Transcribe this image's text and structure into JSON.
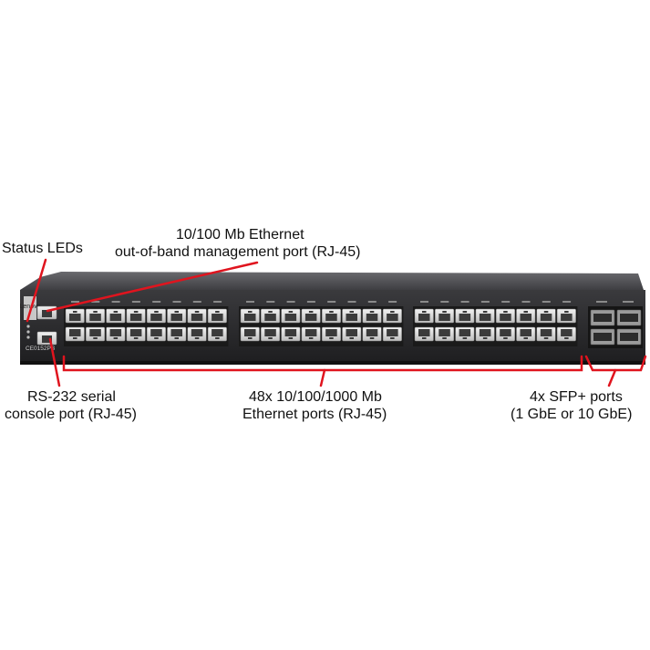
{
  "device": {
    "brand": "Lenovo",
    "model": "CE0152PB"
  },
  "callouts": {
    "status_leds": "Status LEDs",
    "mgmt_port_line1": "10/100 Mb Ethernet",
    "mgmt_port_line2": "out-of-band management port (RJ-45)",
    "console_line1": "RS-232 serial",
    "console_line2": "console port (RJ-45)",
    "ethernet_line1": "48x 10/100/1000 Mb",
    "ethernet_line2": "Ethernet ports (RJ-45)",
    "sfp_line1": "4x SFP+ ports",
    "sfp_line2": "(1 GbE or 10 GbE)"
  },
  "colors": {
    "callout_red": "#e0141e",
    "chassis": "#2b2b2d",
    "port_metal": "#dcdcdc"
  }
}
